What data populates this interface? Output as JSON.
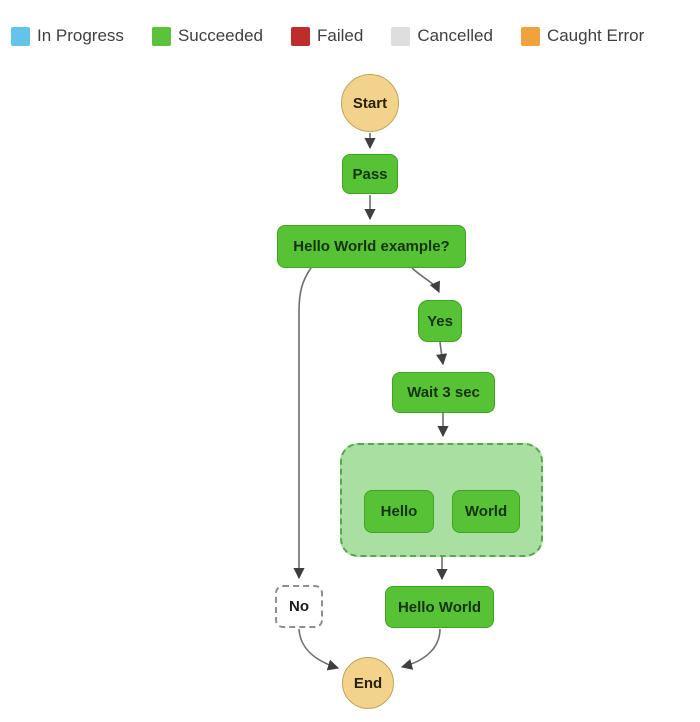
{
  "legend": {
    "items": [
      {
        "label": "In Progress",
        "color": "#64c3e8"
      },
      {
        "label": "Succeeded",
        "color": "#5cc13b"
      },
      {
        "label": "Failed",
        "color": "#be2c2b"
      },
      {
        "label": "Cancelled",
        "color": "#dedede"
      },
      {
        "label": "Caught Error",
        "color": "#f0a23d"
      }
    ]
  },
  "workflow": {
    "nodes": {
      "start": {
        "label": "Start",
        "type": "start"
      },
      "pass": {
        "label": "Pass",
        "type": "pass"
      },
      "choice": {
        "label": "Hello World example?",
        "type": "choice"
      },
      "yes": {
        "label": "Yes",
        "type": "pass"
      },
      "wait": {
        "label": "Wait 3 sec",
        "type": "wait"
      },
      "hello": {
        "label": "Hello",
        "type": "pass"
      },
      "world": {
        "label": "World",
        "type": "pass"
      },
      "hello_world": {
        "label": "Hello World",
        "type": "pass"
      },
      "no": {
        "label": "No",
        "type": "not-executed"
      },
      "end": {
        "label": "End",
        "type": "end"
      }
    },
    "edges": [
      {
        "from": "start",
        "to": "pass"
      },
      {
        "from": "pass",
        "to": "choice"
      },
      {
        "from": "choice",
        "to": "yes"
      },
      {
        "from": "choice",
        "to": "no"
      },
      {
        "from": "yes",
        "to": "wait"
      },
      {
        "from": "wait",
        "to": "parallel"
      },
      {
        "from": "parallel",
        "to": "hello"
      },
      {
        "from": "parallel",
        "to": "world"
      },
      {
        "from": "parallel",
        "to": "hello_world"
      },
      {
        "from": "no",
        "to": "end"
      },
      {
        "from": "hello_world",
        "to": "end"
      }
    ],
    "colors": {
      "succeeded_fill": "#58c236",
      "succeeded_border": "#3fa31f",
      "parallel_fill": "#a9e0a1",
      "parallel_border": "#55a84b",
      "terminal_fill": "#f3d38c",
      "terminal_border": "#bfa45c",
      "edge": "#6e6e6e"
    }
  }
}
